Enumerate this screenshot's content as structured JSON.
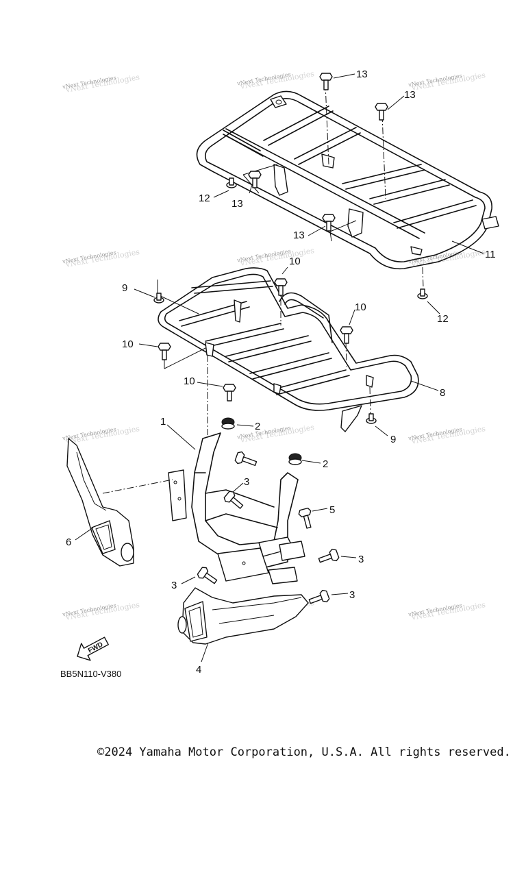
{
  "diagram_code": "BB5N110-V380",
  "copyright": "©2024 Yamaha Motor Corporation, U.S.A. All rights reserved.",
  "watermark": "vNext Technologies",
  "fwd_label": "FWD",
  "callouts": {
    "c1": "1",
    "c2a": "2",
    "c2b": "2",
    "c3a": "3",
    "c3b": "3",
    "c3c": "3",
    "c3d": "3",
    "c4": "4",
    "c5": "5",
    "c6": "6",
    "c8": "8",
    "c9a": "9",
    "c9b": "9",
    "c10a": "10",
    "c10b": "10",
    "c10c": "10",
    "c10d": "10",
    "c11": "11",
    "c12a": "12",
    "c12b": "12",
    "c13a": "13",
    "c13b": "13",
    "c13c": "13",
    "c13d": "13"
  }
}
